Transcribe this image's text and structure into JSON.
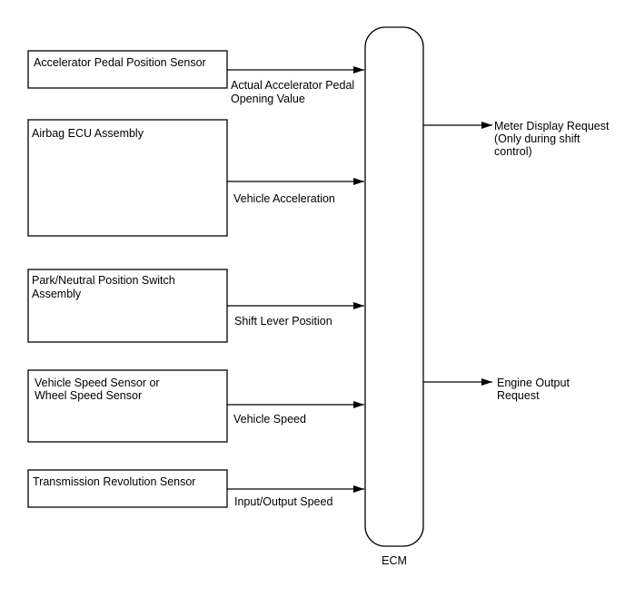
{
  "diagram": {
    "inputs": [
      {
        "lines": [
          "Accelerator Pedal Position Sensor"
        ],
        "signal": [
          "Actual Accelerator Pedal",
          "Opening Value"
        ]
      },
      {
        "lines": [
          "Airbag ECU Assembly"
        ],
        "signal": [
          "Vehicle Acceleration"
        ]
      },
      {
        "lines": [
          "Park/Neutral Position Switch",
          "Assembly"
        ],
        "signal": [
          "Shift Lever Position"
        ]
      },
      {
        "lines": [
          "Vehicle Speed Sensor or",
          "Wheel Speed Sensor"
        ],
        "signal": [
          "Vehicle Speed"
        ]
      },
      {
        "lines": [
          "Transmission Revolution Sensor"
        ],
        "signal": [
          "Input/Output Speed"
        ]
      }
    ],
    "ecm_label": "ECM",
    "outputs": [
      {
        "lines": [
          "Meter Display Request",
          "(Only during shift",
          "control)"
        ]
      },
      {
        "lines": [
          "Engine Output",
          "Request"
        ]
      }
    ]
  }
}
